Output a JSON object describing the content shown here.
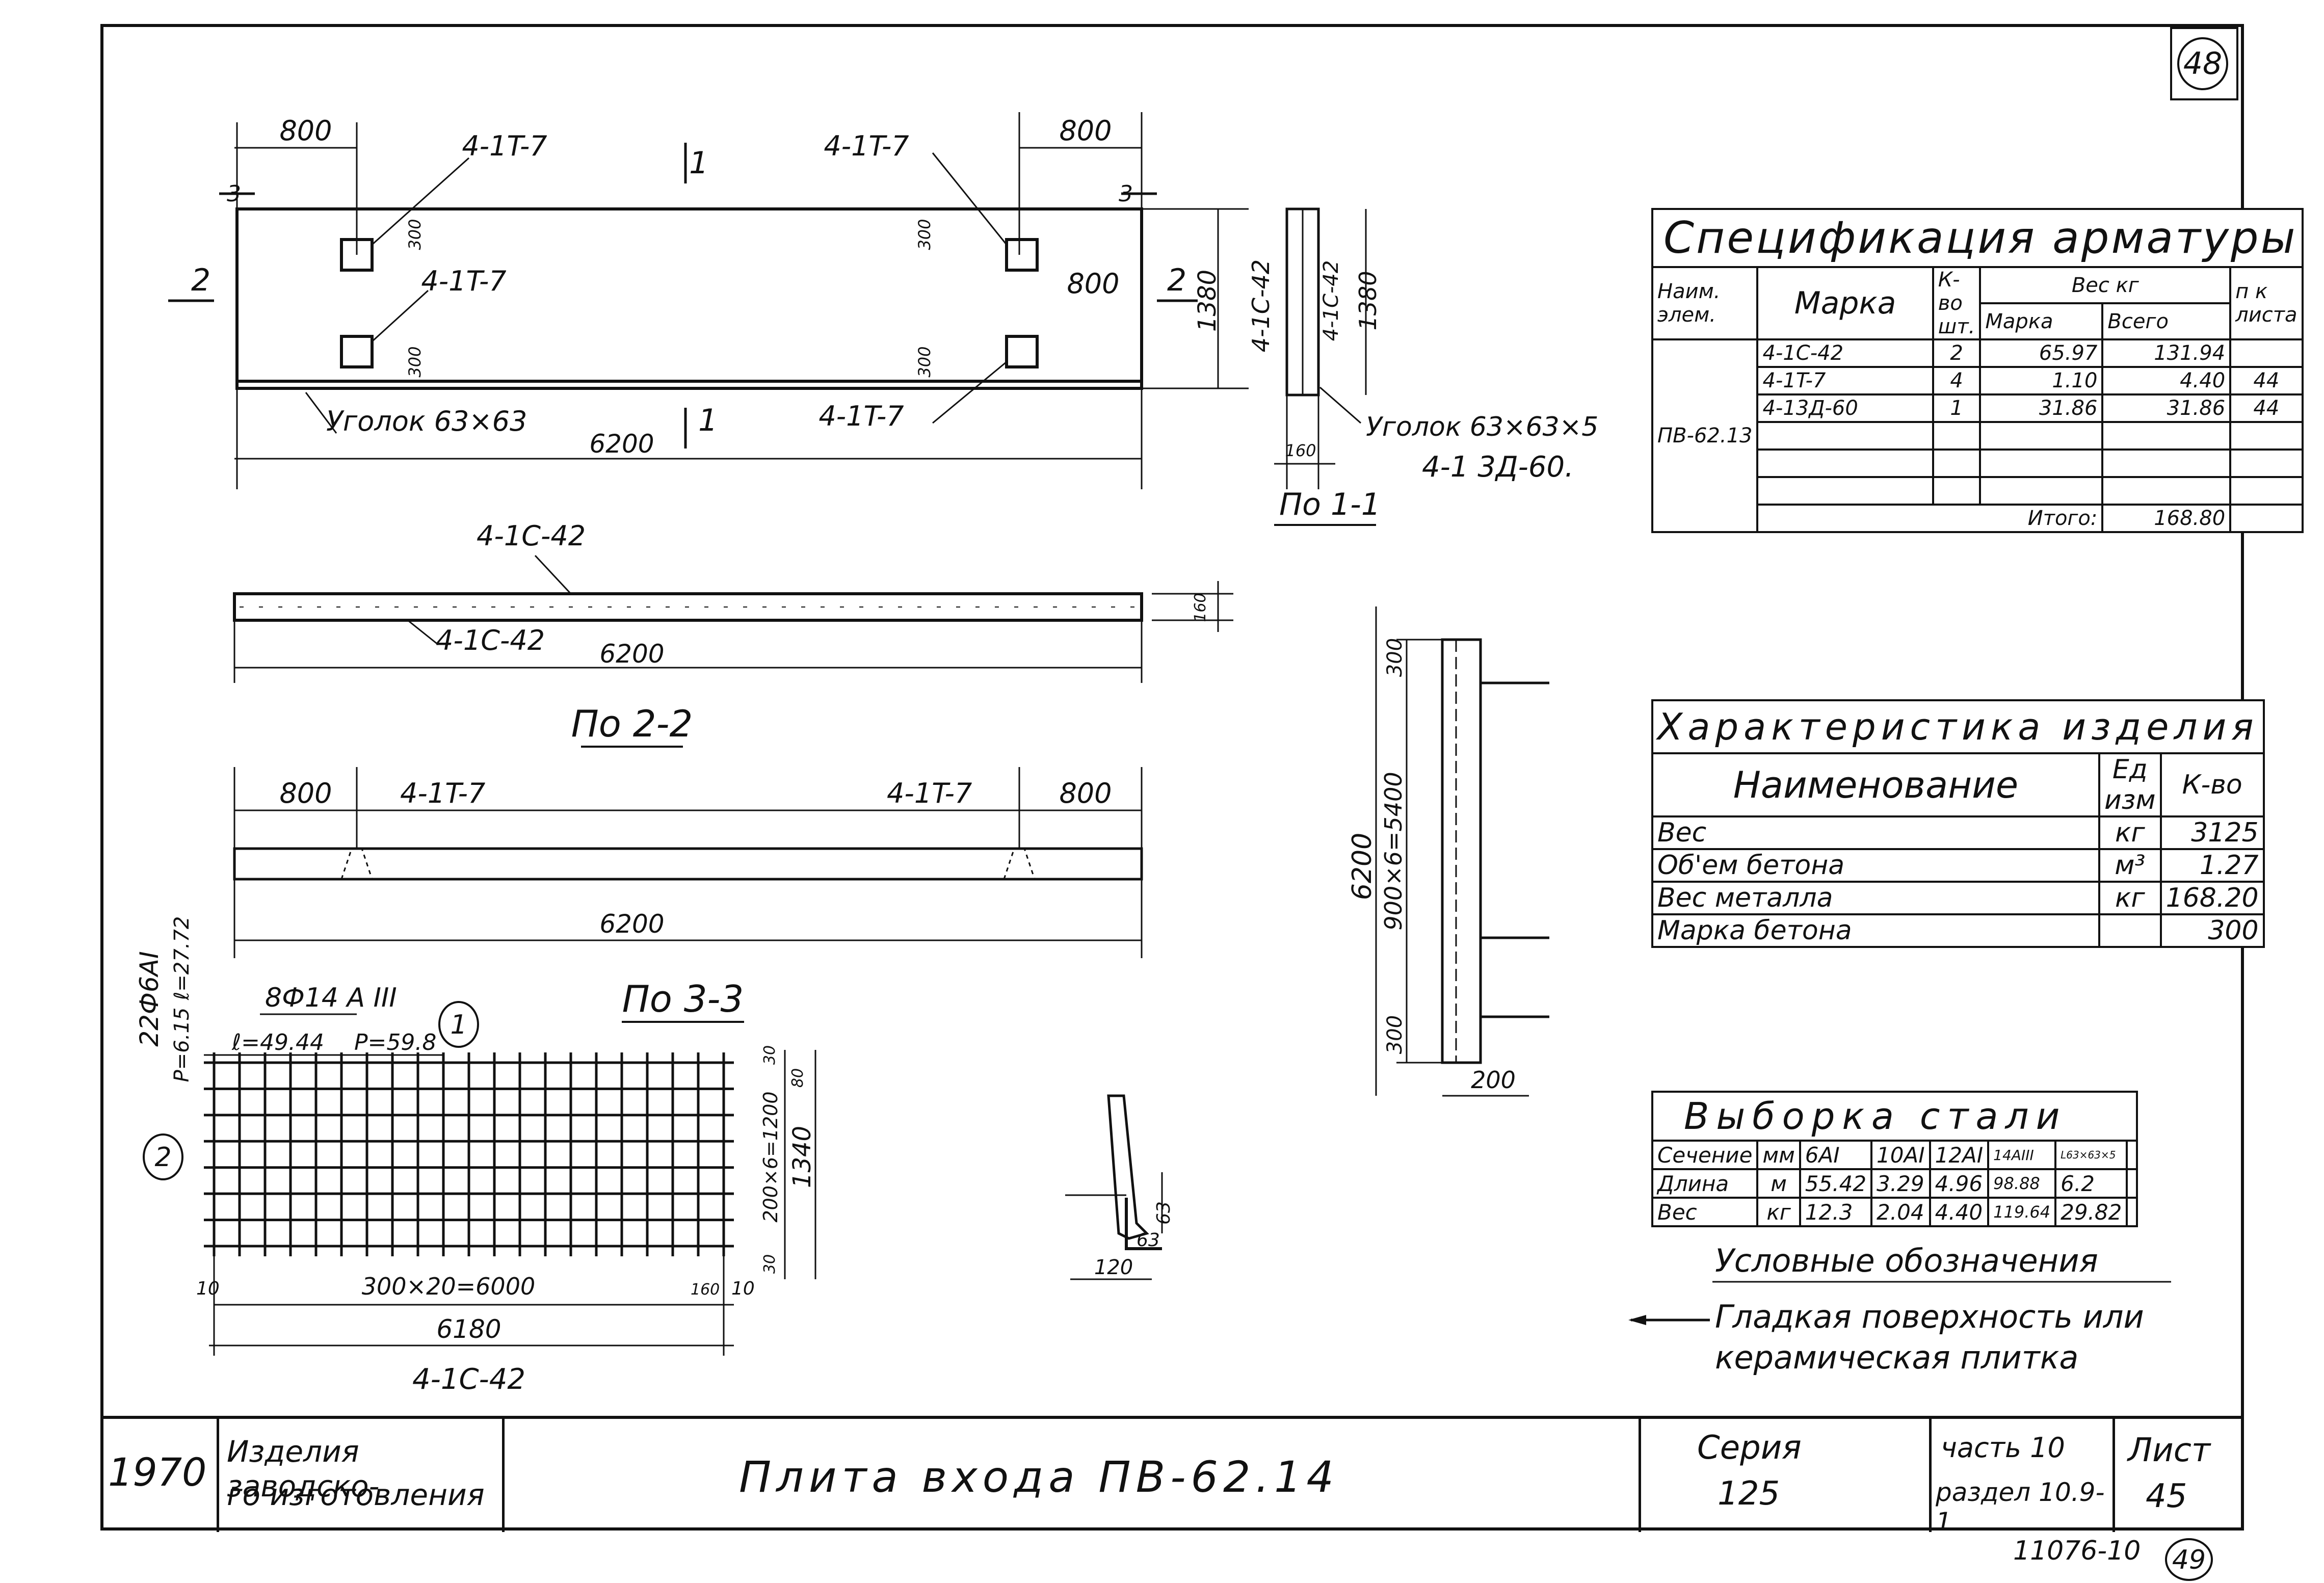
{
  "corner_marks": {
    "top": "48",
    "bottom": "49"
  },
  "plan": {
    "dim_left": "800",
    "dim_right": "800",
    "dim_right_mid": "800",
    "total": "6200",
    "height": "1380",
    "label_a": "4-1T-7",
    "label_b": "4-1T-7",
    "label_c": "4-1T-7",
    "label_d": "4-1T-7",
    "spacing_a": "300",
    "spacing_b": "300",
    "spacing_c": "300",
    "spacing_d": "300",
    "angle_label": "Уголок 63×63",
    "section_1": "1",
    "section_2": "2",
    "section_3": "3"
  },
  "section_1_1": {
    "title": "По 1-1",
    "label_mesh": "4-1С-42",
    "label_mesh_2": "4-1С-42",
    "height": "1380",
    "width": "160",
    "angle": "Уголок 63×63×5",
    "angle_part": "4-1 3Д-60."
  },
  "section_2_2": {
    "title": "По 2-2",
    "mesh_top": "4-1С-42",
    "mesh_bottom": "4-1С-42",
    "length": "6200",
    "thickness": "160",
    "dim_left": "800",
    "dim_right": "800",
    "part_left": "4-1T-7",
    "part_right": "4-1T-7",
    "length_2": "6200"
  },
  "section_3_3": {
    "title": "По 3-3",
    "bar_1": "8Ф14 A III",
    "bar_1_l": "ℓ=49.44",
    "bar_1_p": "P=59.8",
    "bar_2": "22Ф6AI",
    "bar_2_l": "ℓ=27.72",
    "bar_2_p": "P=6.15",
    "marker_1": "1",
    "marker_2": "2",
    "spacing_h": "300×20=6000",
    "total_h": "6180",
    "edge_left": "10",
    "edge_right": "10",
    "edge_right_2": "160",
    "spacing_v": "200×6=1200",
    "total_v": "1340",
    "edge_top": "30",
    "edge_top_2": "80",
    "edge_bottom": "30",
    "name": "4-1С-42"
  },
  "side_view": {
    "height": "6200",
    "spacing": "900×6=5400",
    "top": "300",
    "bottom": "300",
    "width": "200"
  },
  "angle_detail": {
    "dim_a": "63",
    "dim_b": "63",
    "dim_c": "120"
  },
  "spec": {
    "title": "Спецификация арматуры",
    "headers": {
      "elem": "Наим. элем.",
      "mark": "Марка",
      "qty": "К-во шт.",
      "weight": "Вес кг",
      "w_mark": "Марка",
      "w_total": "Всего",
      "sheet": "п к листа"
    },
    "element": "ПВ-62.13",
    "rows": [
      {
        "mark": "4-1С-42",
        "qty": "2",
        "w_mark": "65.97",
        "w_total": "131.94",
        "sheet": ""
      },
      {
        "mark": "4-1T-7",
        "qty": "4",
        "w_mark": "1.10",
        "w_total": "4.40",
        "sheet": "44"
      },
      {
        "mark": "4-13Д-60",
        "qty": "1",
        "w_mark": "31.86",
        "w_total": "31.86",
        "sheet": "44"
      }
    ],
    "total_label": "Итого:",
    "total_value": "168.80"
  },
  "characteristics": {
    "title": "Характеристика изделия",
    "headers": {
      "name": "Наименование",
      "unit": "Ед изм",
      "qty": "К-во"
    },
    "rows": [
      {
        "name": "Вес",
        "unit": "кг",
        "qty": "3125"
      },
      {
        "name": "Об'ем бетона",
        "unit": "м³",
        "qty": "1.27"
      },
      {
        "name": "Вес металла",
        "unit": "кг",
        "qty": "168.20"
      },
      {
        "name": "Марка бетона",
        "unit": "",
        "qty": "300"
      }
    ]
  },
  "steel": {
    "title": "Выборка стали",
    "headers": [
      "Сечение",
      "мм",
      "6AI",
      "10AI",
      "12AI",
      "14AIII",
      "L63×63×5"
    ],
    "rows": [
      {
        "label": "Длина",
        "unit": "м",
        "values": [
          "55.42",
          "3.29",
          "4.96",
          "98.88",
          "6.2"
        ]
      },
      {
        "label": "Вес",
        "unit": "кг",
        "values": [
          "12.3",
          "2.04",
          "4.40",
          "119.64",
          "29.82"
        ]
      }
    ]
  },
  "legend": {
    "title": "Условные обозначения",
    "line_1": "Гладкая поверхность или",
    "line_2": "керамическая плитка"
  },
  "title_block": {
    "year": "1970",
    "org_1": "Изделия заводско-",
    "org_2": "го изготовления",
    "title": "Плита входа ПВ-62.14",
    "series_label": "Серия",
    "series": "125",
    "part": "часть 10",
    "section": "раздел 10.9-1",
    "sheet_label": "Лист",
    "sheet": "45",
    "doc_number": "11076-10"
  }
}
